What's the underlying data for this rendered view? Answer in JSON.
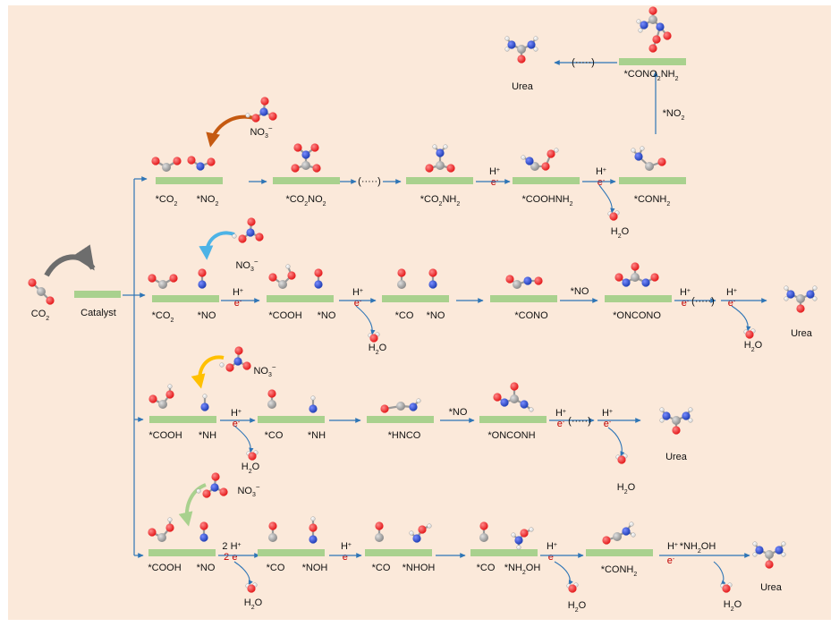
{
  "colors": {
    "background": "#fbe9da",
    "surface": "#a9d18e",
    "arrow": "#2e75b6",
    "carbon": "#8c8c8c",
    "oxygen": "#e41a1c",
    "nitrogen": "#2140b6",
    "hydrogen": "#f2f2f2",
    "adsorption_arrows": [
      "#c55a11",
      "#4db3e6",
      "#ffc000",
      "#a9d18e"
    ]
  },
  "start": {
    "co2": "CO2",
    "catalyst": "Catalyst"
  },
  "nitrate": "NO3⁻",
  "surface_labels": {
    "co2": "*CO2",
    "no2": "*NO2",
    "co2no2": "*CO2NO2",
    "co2nh2": "*CO2NH2",
    "coohnh2": "*COOHNH2",
    "conh2": "*CONH2",
    "cono2nh2": "*CONO2NH2",
    "no": "*NO",
    "cooh": "*COOH",
    "co": "*CO",
    "cono": "*CONO",
    "onccono": "*ONCONO",
    "nh": "*NH",
    "hnco": "*HNCO",
    "onconh": "*ONCONH",
    "noh": "*NOH",
    "nhoh": "*NHOH",
    "nh2oh": "*NH2OH"
  },
  "step_labels": {
    "h_plus": "H+",
    "e_minus": "e-",
    "two_h_plus": "2 H+",
    "two_e_minus": "2 e-",
    "star_no": "*NO",
    "star_no2": "*NO2",
    "nh2oh_reagent": "*NH2OH",
    "ellipsis": "(·····)"
  },
  "products": {
    "urea": "Urea",
    "water": "H2O"
  }
}
